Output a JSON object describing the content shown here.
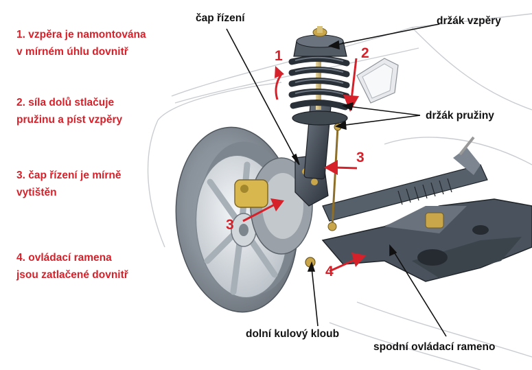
{
  "notes": [
    {
      "line1": "1. vzpěra je namontována",
      "line2": "v mírném úhlu dovnitř"
    },
    {
      "line1": "2. síla dolů stlačuje",
      "line2": "pružinu a píst vzpěry"
    },
    {
      "line1": "3. čap řízení je mírně",
      "line2": "vytištěn"
    },
    {
      "line1": "4. ovládací ramena",
      "line2": "jsou zatlačené dovnitř"
    }
  ],
  "labels": {
    "kingpin": "čap řízení",
    "strut_mount": "držák vzpěry",
    "spring_mount": "držák pružiny",
    "ball_joint": "dolní kulový kloub",
    "control_arm": "spodní ovládací rameno"
  },
  "markers": [
    "1",
    "2",
    "3",
    "3",
    "4"
  ],
  "colors": {
    "accent": "#d6212a",
    "text": "#111111"
  }
}
